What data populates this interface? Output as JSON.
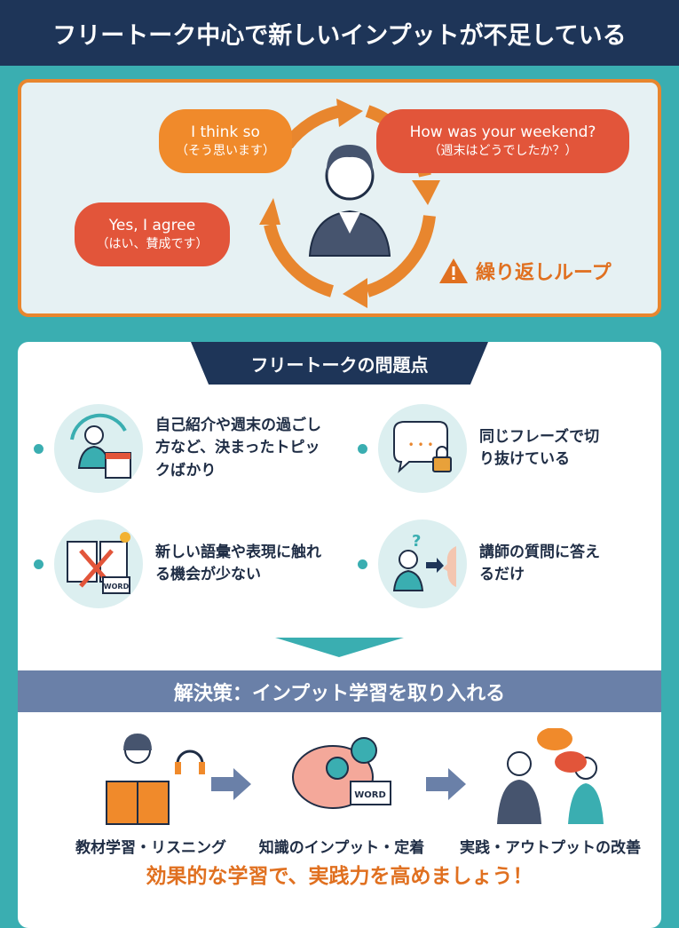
{
  "header": {
    "title": "フリートーク中心で新しいインプットが不足している"
  },
  "loop": {
    "bubbles": [
      {
        "en": "I think so",
        "ja": "（そう思います）"
      },
      {
        "en": "How was your weekend?",
        "ja": "（週末はどうでしたか？）"
      },
      {
        "en": "Yes, I agree",
        "ja": "（はい、賛成です）"
      }
    ],
    "warning": "繰り返しループ"
  },
  "problems": {
    "title": "フリートークの問題点",
    "items": [
      {
        "text": "自己紹介や週末の過ごし方など、決まったトピックばかり",
        "icon": "calendar-person-icon"
      },
      {
        "text": "同じフレーズで切り抜けている",
        "icon": "speech-lock-icon"
      },
      {
        "text": "新しい語彙や表現に触れる機会が少ない",
        "icon": "book-cross-icon"
      },
      {
        "text": "講師の質問に答えるだけ",
        "icon": "question-person-icon"
      }
    ],
    "word_card": "WORD"
  },
  "solution": {
    "title": "解決策：インプット学習を取り入れる",
    "steps": [
      {
        "label": "教材学習・リスニング"
      },
      {
        "label": "知識のインプット・定着"
      },
      {
        "label": "実践・アウトプットの改善"
      }
    ],
    "word_card": "WORD",
    "closing": "効果的な学習で、実践力を高めましょう！"
  },
  "colors": {
    "navy": "#1e3558",
    "teal": "#3aaeb1",
    "orange": "#e8862e",
    "red": "#e2553a",
    "slate": "#6a80a8"
  }
}
